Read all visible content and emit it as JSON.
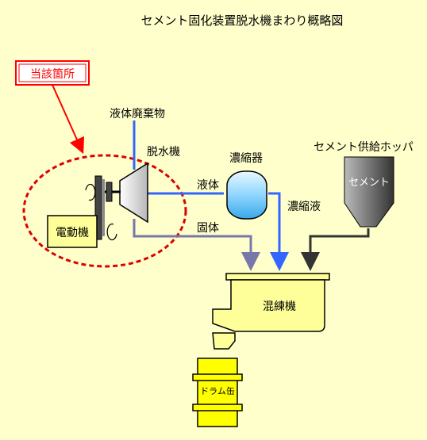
{
  "title": "セメント固化装置脱水機まわり概略図",
  "callout": "当該箇所",
  "labels": {
    "liquid_waste": "液体廃棄物",
    "dehydrator": "脱水機",
    "concentrator": "濃縮器",
    "cement_hopper": "セメント供給ホッパ",
    "cement": "セメント",
    "liquid": "液体",
    "concentrate": "濃縮液",
    "solid": "固体",
    "motor": "電動機",
    "mixer": "混練機",
    "drum": "ドラム缶"
  },
  "colors": {
    "background": "#ffffcc",
    "liquid_line": "#3366ff",
    "solid_line": "#7777aa",
    "callout_red": "#ff0000",
    "component_fill": "#ffff99",
    "drum_fill": "#ffff00",
    "tank_fill": "#99ddff",
    "hopper_fill": "#666666"
  }
}
